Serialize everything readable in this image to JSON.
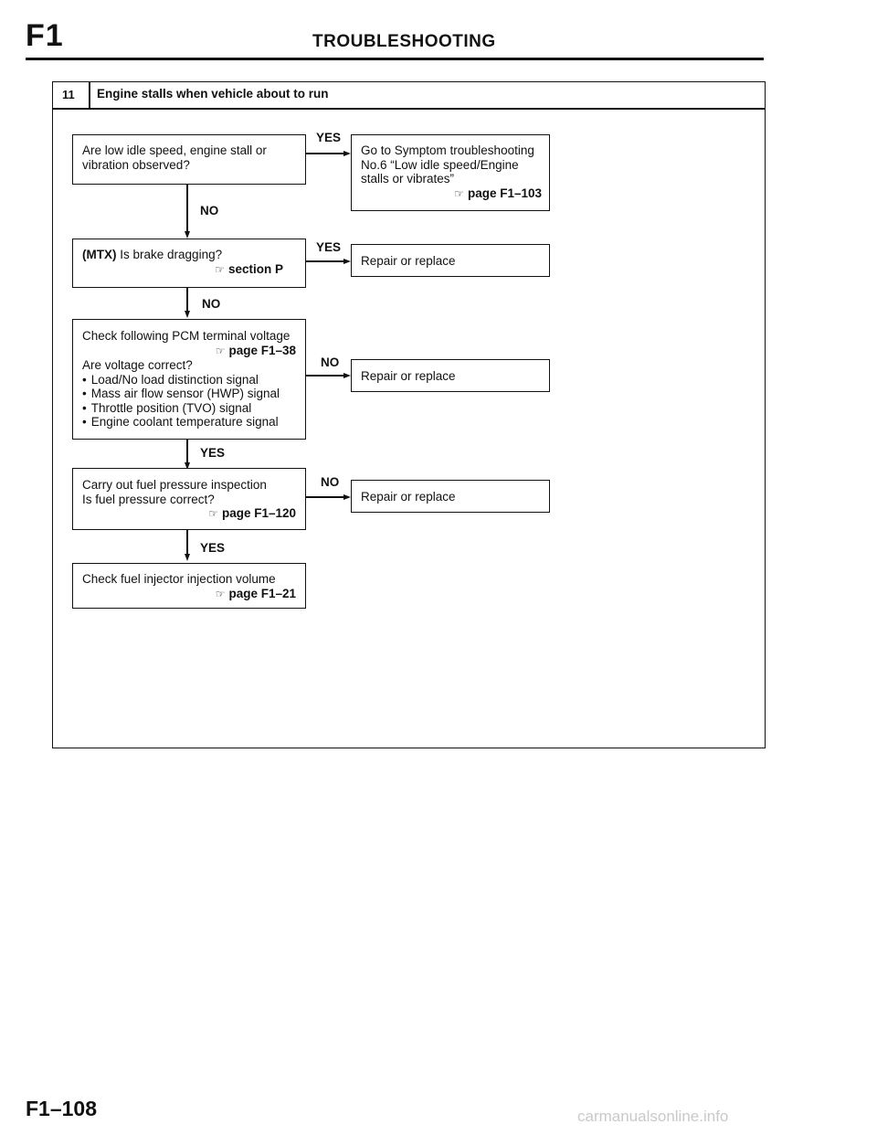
{
  "header": {
    "section_code": "F1",
    "title": "TROUBLESHOOTING"
  },
  "item": {
    "number": "11",
    "title": "Engine stalls when vehicle about to run"
  },
  "ref_icon": "pointing-hand-icon",
  "steps": [
    {
      "lines": [
        "Are low idle speed, engine stall or",
        "vibration observed?"
      ],
      "branch_label": "YES",
      "branch_action": {
        "lines": [
          "Go to Symptom troubleshooting",
          "No.6 “Low idle speed/Engine",
          "stalls or vibrates”"
        ],
        "ref": "page F1–103"
      },
      "next_label": "NO"
    },
    {
      "prefix": "(MTX)",
      "lines": [
        "Is brake dragging?"
      ],
      "ref": "section P",
      "branch_label": "YES",
      "branch_action": {
        "lines": [
          "Repair or replace"
        ]
      },
      "next_label": "NO"
    },
    {
      "lines": [
        "Check following PCM terminal voltage"
      ],
      "ref": "page F1–38",
      "lines_after": [
        "Are voltage correct?"
      ],
      "bullets": [
        "Load/No load distinction signal",
        "Mass air flow sensor (HWP) signal",
        "Throttle position (TVO) signal",
        "Engine coolant temperature signal"
      ],
      "branch_label": "NO",
      "branch_action": {
        "lines": [
          "Repair or replace"
        ]
      },
      "next_label": "YES"
    },
    {
      "lines": [
        "Carry out fuel pressure inspection",
        "Is fuel pressure correct?"
      ],
      "ref": "page F1–120",
      "branch_label": "NO",
      "branch_action": {
        "lines": [
          "Repair or replace"
        ]
      },
      "next_label": "YES"
    },
    {
      "lines": [
        "Check fuel injector injection volume"
      ],
      "ref": "page F1–21"
    }
  ],
  "footer": {
    "page_number": "F1–108",
    "watermark": "carmanualsonline.info"
  }
}
